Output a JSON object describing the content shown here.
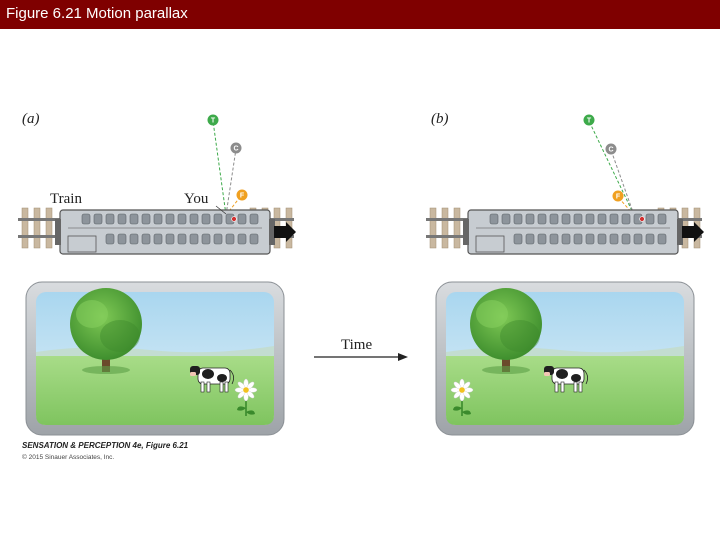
{
  "slide_title": "Figure 6.21 Motion parallax",
  "panels": {
    "a_label": "(a)",
    "b_label": "(b)",
    "train_label": "Train",
    "you_label": "You",
    "time_label": "Time"
  },
  "markers": {
    "tree": "T",
    "cow": "C",
    "flower": "F"
  },
  "credits": {
    "line1": "SENSATION & PERCEPTION 4e, Figure 6.21",
    "line2": "© 2015 Sinauer Associates, Inc."
  },
  "colors": {
    "title_bar": "#7f0000",
    "tree_marker": "#3daa4a",
    "cow_marker": "#8c8c8c",
    "flower_marker": "#f0a020",
    "sky": "#bfe0f2",
    "grass": "#8fcf70"
  }
}
